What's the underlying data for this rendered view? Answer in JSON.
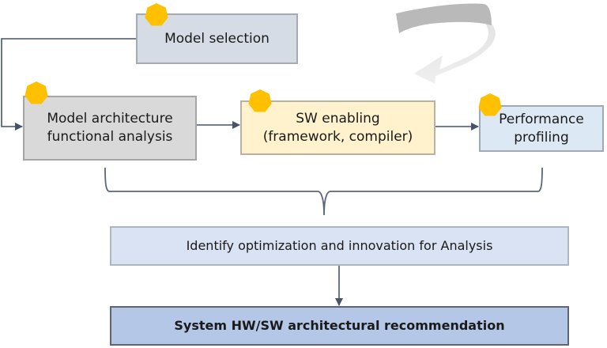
{
  "diagram": {
    "type": "process-flow",
    "nodes": {
      "model_selection": {
        "label": "Model selection",
        "fill": "#d6dce5",
        "has_marker": true
      },
      "model_architecture": {
        "label": "Model architecture\nfunctional analysis",
        "fill": "#d9d9d9",
        "has_marker": true
      },
      "sw_enabling": {
        "label": "SW enabling\n(framework, compiler)",
        "fill": "#fff2cc",
        "has_marker": true
      },
      "performance_profiling": {
        "label": "Performance\nprofiling",
        "fill": "#dde8f5",
        "has_marker": true
      },
      "identify": {
        "label": "Identify optimization and innovation for Analysis",
        "fill": "#dae3f3",
        "has_marker": false
      },
      "recommendation": {
        "label": "System HW/SW architectural recommendation",
        "fill": "#b4c7e7",
        "has_marker": false
      }
    },
    "edges": [
      {
        "from": "model_selection",
        "to": "model_architecture"
      },
      {
        "from": "model_architecture",
        "to": "sw_enabling"
      },
      {
        "from": "sw_enabling",
        "to": "performance_profiling"
      },
      {
        "from": "performance_profiling",
        "to": "sw_enabling",
        "style": "curved-feedback-arrow"
      },
      {
        "from": [
          "model_architecture",
          "sw_enabling",
          "performance_profiling"
        ],
        "to": "identify",
        "style": "brace"
      },
      {
        "from": "identify",
        "to": "recommendation"
      }
    ],
    "colors": {
      "marker": "#ffc000",
      "connector": "#44546a",
      "feedback_arrow_dark": "#b8b8b8",
      "feedback_arrow_light": "#e6e6e6"
    }
  }
}
